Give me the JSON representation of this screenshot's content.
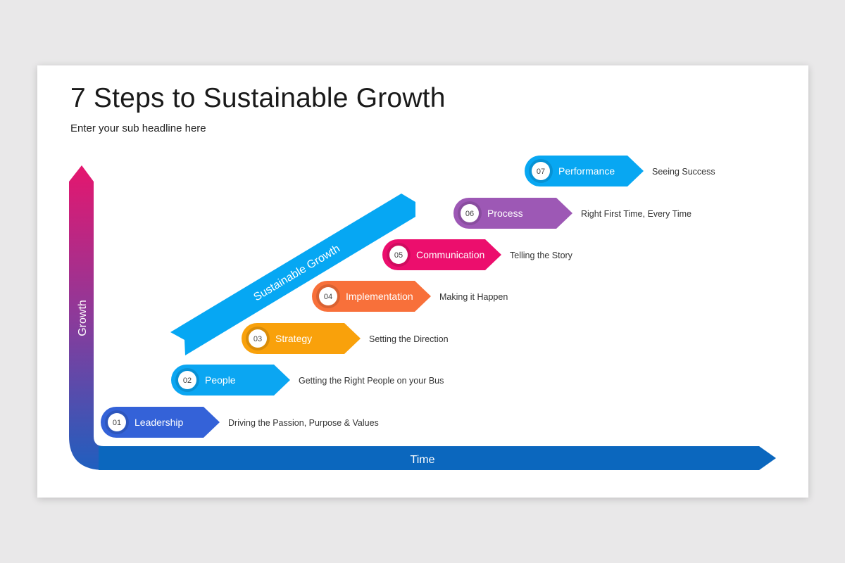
{
  "header": {
    "title": "7 Steps to Sustainable Growth",
    "subtitle": "Enter your sub headline here"
  },
  "axes": {
    "y_label": "Growth",
    "x_label": "Time",
    "y_gradient": [
      "#e5166e",
      "#8c3a9a",
      "#1f5fbf"
    ],
    "x_color": "#0b67be"
  },
  "banner": {
    "label": "Sustainable Growth",
    "color": "#06a7f3"
  },
  "steps": [
    {
      "number": "01",
      "label": "Leadership",
      "description": "Driving the Passion, Purpose & Values",
      "color": "#3462d8"
    },
    {
      "number": "02",
      "label": "People",
      "description": "Getting the Right People on your Bus",
      "color": "#0ba6f2"
    },
    {
      "number": "03",
      "label": "Strategy",
      "description": "Setting the Direction",
      "color": "#f9a10b"
    },
    {
      "number": "04",
      "label": "Implementation",
      "description": "Making it Happen",
      "color": "#f8703a"
    },
    {
      "number": "05",
      "label": "Communication",
      "description": "Telling the Story",
      "color": "#ec0e6d"
    },
    {
      "number": "06",
      "label": "Process",
      "description": "Right First Time, Every Time",
      "color": "#9d58b5"
    },
    {
      "number": "07",
      "label": "Performance",
      "description": "Seeing Success",
      "color": "#08a7f2"
    }
  ]
}
